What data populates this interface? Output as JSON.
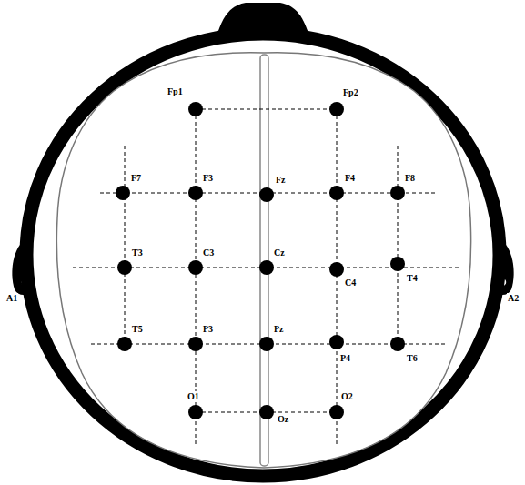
{
  "diagram": {
    "labels": [
      "Fp1",
      "Fp2",
      "F7",
      "F3",
      "Fz",
      "F4",
      "F8",
      "T3",
      "C3",
      "Cz",
      "C4",
      "T4",
      "T5",
      "P3",
      "Pz",
      "P4",
      "T6",
      "O1",
      "Oz",
      "O2",
      "A1",
      "A2"
    ]
  }
}
